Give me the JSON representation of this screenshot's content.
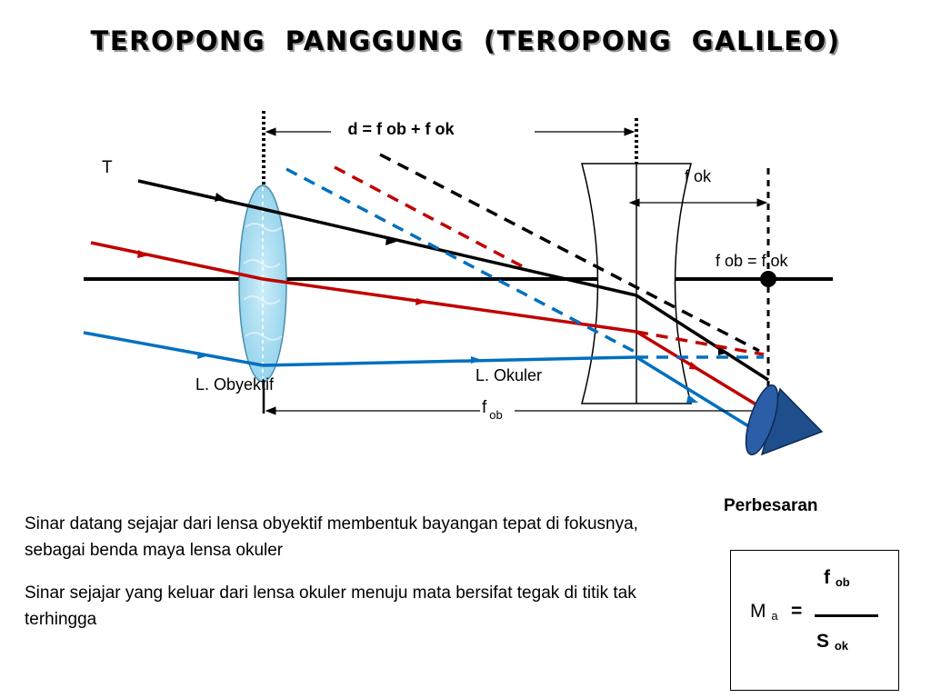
{
  "title": "TEROPONG PANGGUNG (TEROPONG GALILEO)",
  "diagram": {
    "label_distance": "d = f ob + f ok",
    "label_object": "T",
    "label_f_ok": "f ok",
    "label_focus": "f ob = f ok",
    "label_objective": "L. Obyektif",
    "label_ocular": "L. Okuler",
    "label_f_ob_main": "f",
    "label_f_ob_sub": "ob",
    "colors": {
      "ray_black": "#000000",
      "ray_red": "#c00000",
      "ray_blue": "#0070c0",
      "lens_fill": "#a8dcf0",
      "eye_fill": "#1f4e8c"
    }
  },
  "text": {
    "para1": "Sinar datang sejajar dari lensa obyektif membentuk bayangan tepat di fokusnya, sebagai benda maya lensa okuler",
    "para2": "Sinar sejajar yang keluar dari lensa okuler menuju mata bersifat tegak di titik tak terhingga"
  },
  "formula": {
    "label": "Perbesaran",
    "lhs": "M",
    "lhs_sub": "a",
    "equals": "=",
    "num": "f",
    "num_sub": "ob",
    "den": "S",
    "den_sub": "ok"
  }
}
